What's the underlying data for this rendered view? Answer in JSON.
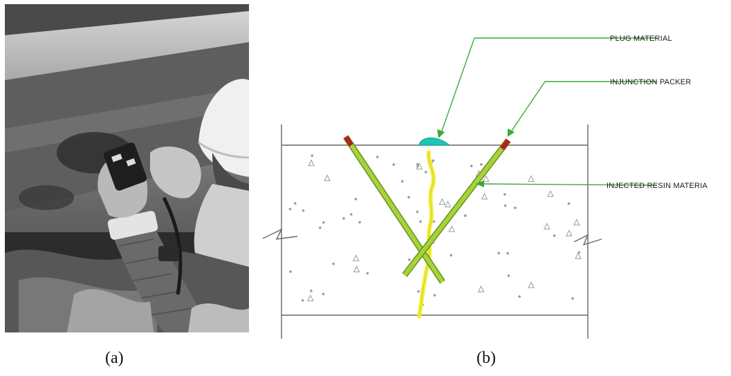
{
  "captions": {
    "a": "(a)",
    "b": "(b)"
  },
  "callouts": {
    "plug": "PLUG MATERIAL",
    "packer": "INJUNCTION PACKER",
    "resin": "INJECTED RESIN MATERIA"
  },
  "colors": {
    "leader": "#3aaa35",
    "packer_rod": "#9acd32",
    "packer_tip": "#b22222",
    "plug": "#1cc7b4",
    "resin_crack": "#f2ee3a",
    "concrete_outline": "#666666"
  }
}
